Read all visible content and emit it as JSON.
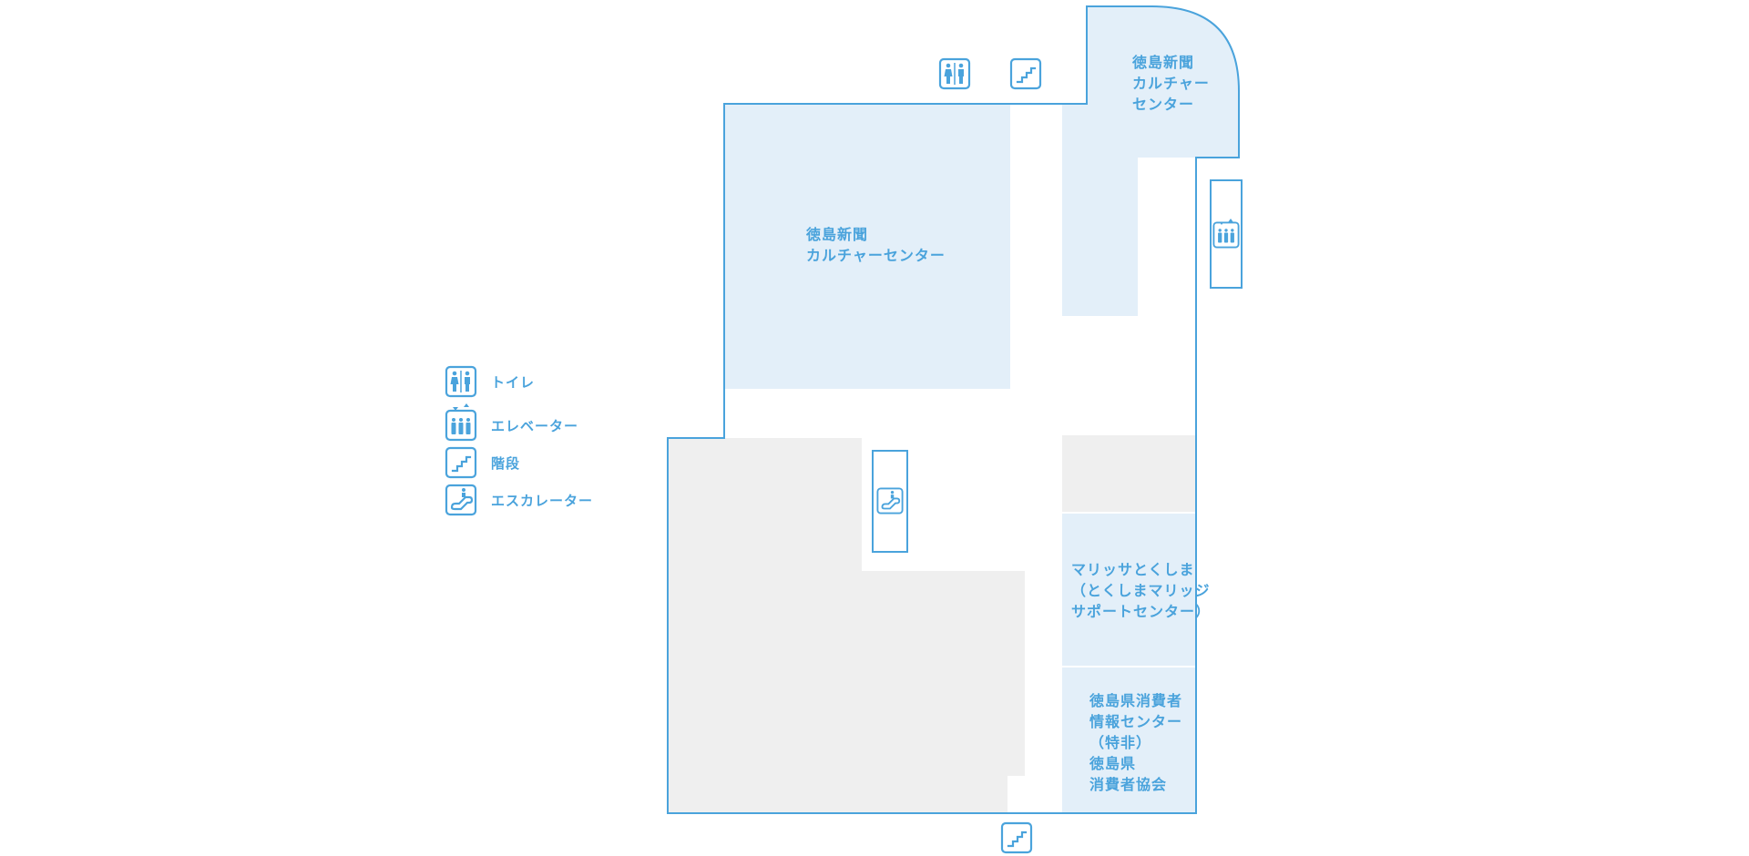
{
  "colors": {
    "outline": "#4aa3dc",
    "room_blue": "#e3eff9",
    "room_gray": "#efefef",
    "text": "#4aa3dc"
  },
  "rooms": {
    "culture_center_main": [
      "徳島新聞",
      "カルチャーセンター"
    ],
    "culture_center_annex": [
      "徳島新聞",
      "カルチャー",
      "センター"
    ],
    "marissa": [
      "マリッサとくしま",
      "（とくしまマリッジ",
      "サポートセンター）"
    ],
    "consumer_center": [
      "徳島県消費者",
      "情報センター",
      "（特非）",
      "徳島県",
      "消費者協会"
    ]
  },
  "legend": [
    {
      "icon": "toilet-icon",
      "label": "トイレ"
    },
    {
      "icon": "elevator-icon",
      "label": "エレベーター"
    },
    {
      "icon": "stairs-icon",
      "label": "階段"
    },
    {
      "icon": "escalator-icon",
      "label": "エスカレーター"
    }
  ]
}
